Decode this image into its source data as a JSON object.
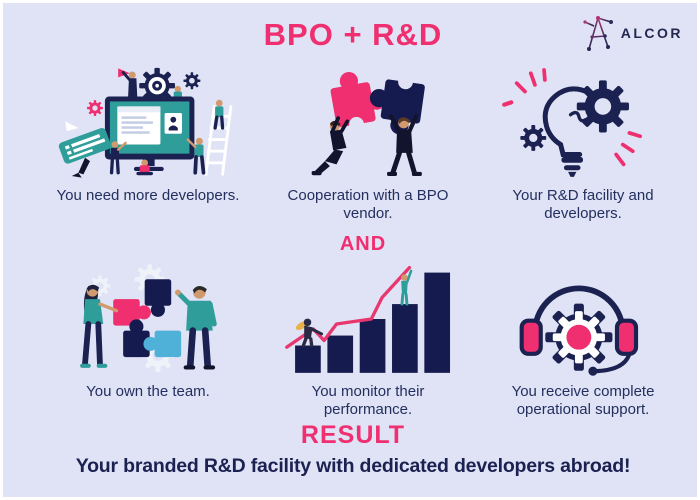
{
  "page": {
    "background": "#dfe3f5",
    "accent_pink": "#ef2f6f",
    "navy": "#1b2150",
    "teal": "#2f9d99",
    "light_blue": "#4fb0d8"
  },
  "header": {
    "title": "BPO + R&D"
  },
  "logo": {
    "text": "ALCOR",
    "icon": "alcor-constellation-icon"
  },
  "steps": [
    {
      "icon": "need-developers-monitor-icon",
      "caption": "You need more developers."
    },
    {
      "icon": "puzzle-cooperation-icon",
      "caption": "Cooperation with a BPO vendor."
    },
    {
      "icon": "bulb-gears-icon",
      "caption": "Your R&D facility and developers."
    },
    {
      "icon": "team-puzzle-icon",
      "caption": "You own the team."
    },
    {
      "icon": "growth-chart-icon",
      "caption": "You monitor their performance."
    },
    {
      "icon": "headset-gear-icon",
      "caption": "You receive complete operational support."
    }
  ],
  "connector": {
    "label": "AND"
  },
  "result": {
    "label": "RESULT",
    "text": "Your branded R&D facility with dedicated developers abroad!"
  }
}
